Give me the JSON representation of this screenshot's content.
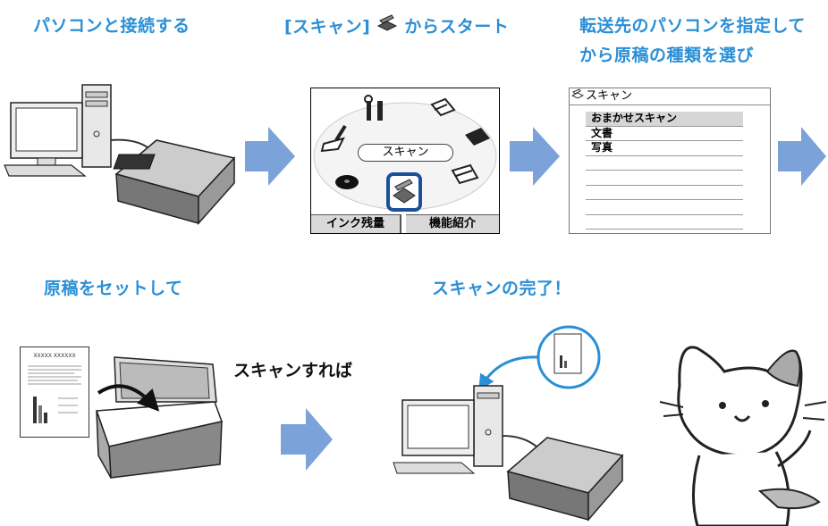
{
  "steps": {
    "connect": "パソコンと接続する",
    "start_prefix": "[スキャン]",
    "start_suffix": "からスタート",
    "select_line1": "転送先のパソコンを指定して",
    "select_line2": "から原稿の種類を選び",
    "place": "原稿をセットして",
    "complete": "スキャンの完了！"
  },
  "scan_caption": "スキャンすれば",
  "menu_screen": {
    "center_label": "スキャン",
    "ink_button": "インク残量",
    "info_button": "機能紹介"
  },
  "list_screen": {
    "header": "スキャン",
    "items": [
      "おまかせスキャン",
      "文書",
      "写真"
    ],
    "selected_index": 0
  },
  "document_heading": "XXXXX XXXXXX",
  "colors": {
    "title_blue": "#2a8fd6",
    "arrow_blue": "#7ba3d9",
    "highlight_blue": "#1a4f9a"
  }
}
